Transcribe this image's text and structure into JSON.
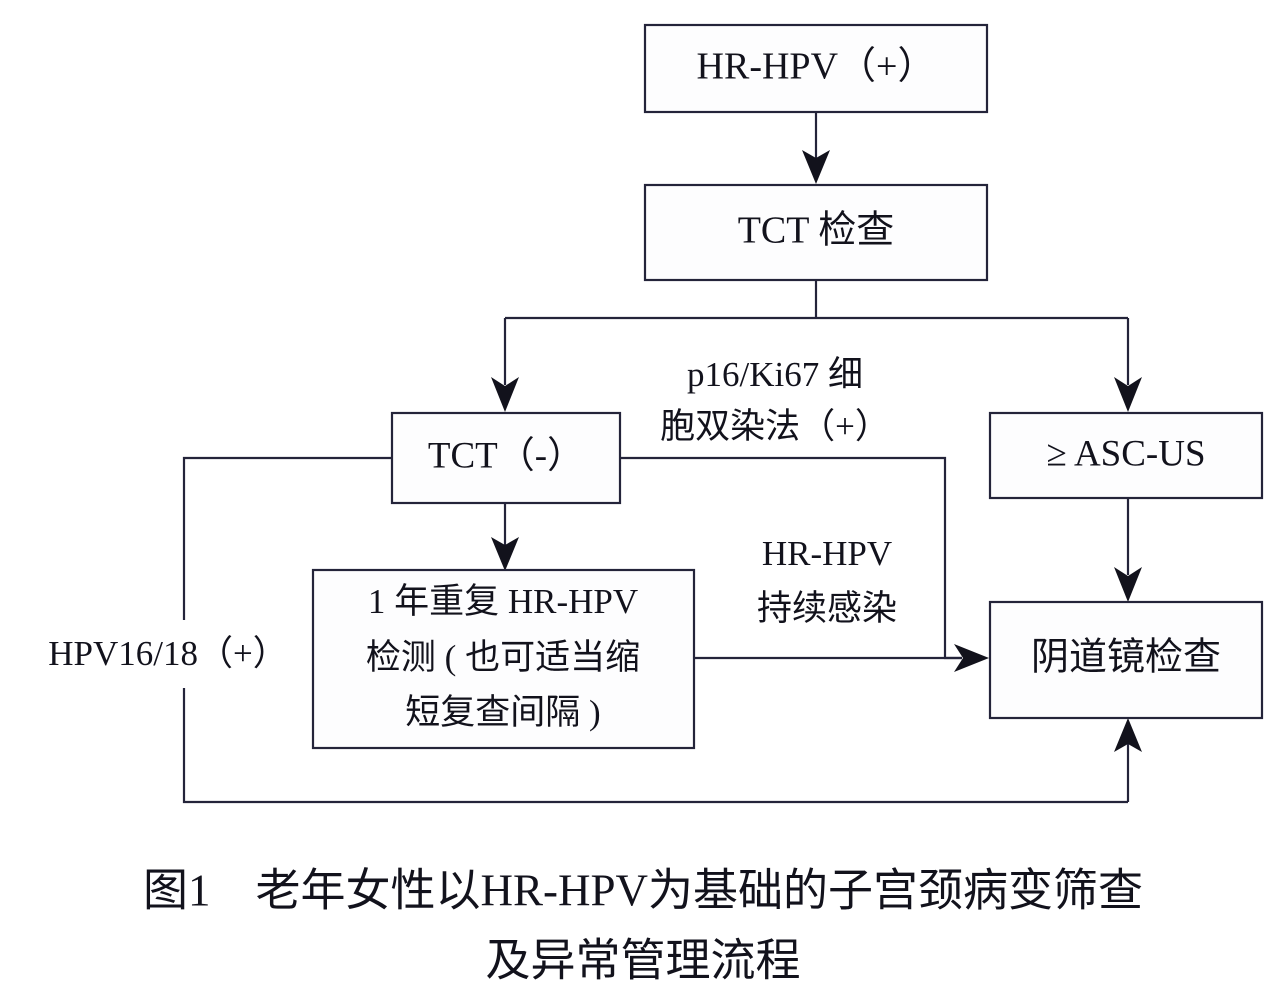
{
  "figure": {
    "caption_line1": "图1　老年女性以HR-HPV为基础的子宫颈病变筛查",
    "caption_line2": "及异常管理流程",
    "caption_full": "图1 老年女性以HR-HPV为基础的子宫颈病变筛查及异常管理流程",
    "label": "图1",
    "colors": {
      "box_stroke": "#24243a",
      "box_fill": "#fdfdfe",
      "text": "#12121c",
      "background": "#ffffff"
    }
  },
  "nodes": {
    "hr_hpv_positive": "HR-HPV（+）",
    "tct_exam": "TCT 检查",
    "tct_negative": "TCT（-）",
    "asc_us": "≥ ASC-US",
    "repeat_test_line1": "1 年重复 HR-HPV",
    "repeat_test_line2": "检测 ( 也可适当缩",
    "repeat_test_line3": "短复查间隔 )",
    "colposcopy": "阴道镜检查"
  },
  "edge_labels": {
    "p16_ki67_line1": "p16/Ki67 细",
    "p16_ki67_line2": "胞双染法（+）",
    "hr_hpv_persist_line1": "HR-HPV",
    "hr_hpv_persist_line2": "持续感染",
    "hpv_16_18_positive": "HPV16/18（+）"
  }
}
